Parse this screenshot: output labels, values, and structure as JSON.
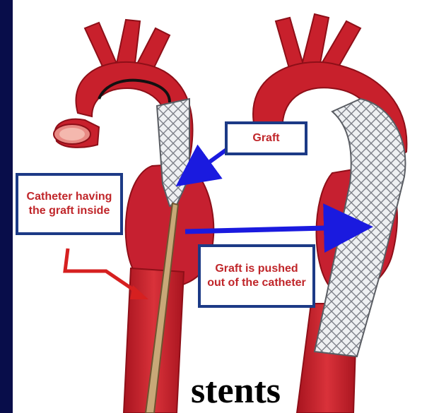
{
  "labels": {
    "graft": "Graft",
    "catheter": "Catheter having the graft inside",
    "pushed": "Graft is pushed out of the catheter"
  },
  "title": "stents",
  "colors": {
    "background": "#080d4a",
    "vessel": "#c8202c",
    "label_text": "#c0262a",
    "label_border": "#1c3a86",
    "arrow_blue": "#1a1adf",
    "arrow_red": "#d62020"
  }
}
